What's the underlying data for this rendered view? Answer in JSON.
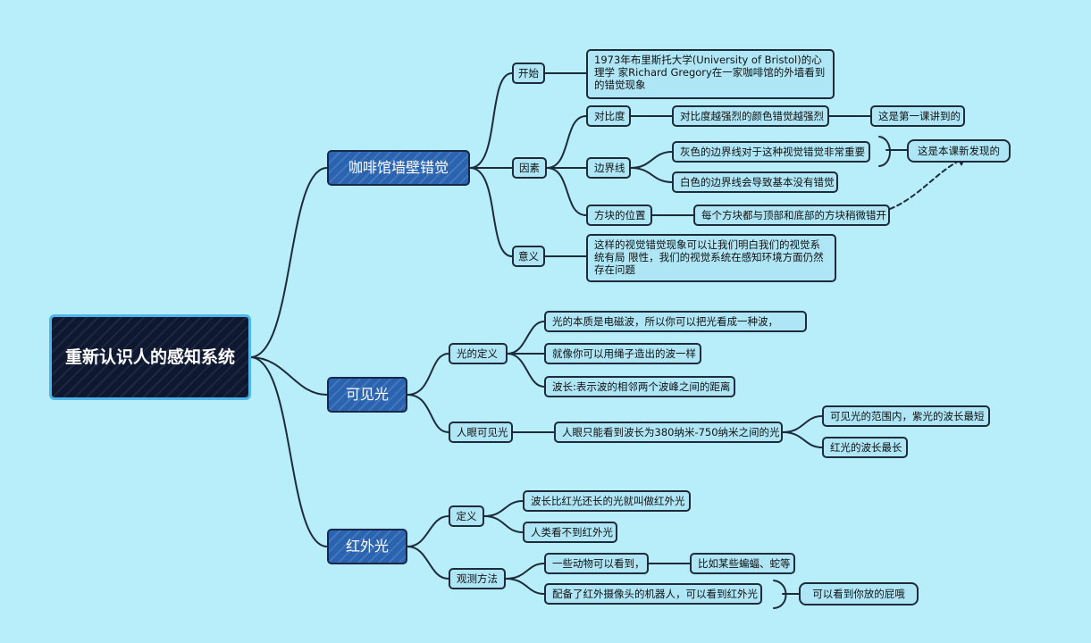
{
  "colors": {
    "background": "#b8eefa",
    "node_fill": "#aee6f6",
    "outline": "#1d2b3a",
    "main_fill": "#2a63b0",
    "root_fill": "#0e1830",
    "root_border": "#4fb6ea"
  },
  "root": "重新认识人的感知系统",
  "b1": {
    "title": "咖啡馆墙壁错觉",
    "start": "开始",
    "start_text": "1973年布里斯托大学(University of Bristol)的心理学 家Richard Gregory在一家咖啡馆的外墙看到的错觉现象",
    "factors": "因素",
    "contrast": "对比度",
    "contrast_text": "对比度越强烈的颜色错觉越强烈",
    "contrast_note": "这是第一课讲到的",
    "border": "边界线",
    "border_gray": "灰色的边界线对于这种视觉错觉非常重要",
    "border_white": "白色的边界线会导致基本没有错觉",
    "new_note": "这是本课新发现的",
    "position": "方块的位置",
    "position_text": "每个方块都与顶部和底部的方块稍微错开",
    "meaning": "意义",
    "meaning_text": "这样的视觉错觉现象可以让我们明白我们的视觉系统有局 限性，我们的视觉系统在感知环境方面仍然存在问题"
  },
  "b2": {
    "title": "可见光",
    "def": "光的定义",
    "def1": "光的本质是电磁波，所以你可以把光看成一种波，",
    "def2": "就像你可以用绳子造出的波一样",
    "def3": "波长:表示波的相邻两个波峰之间的距离",
    "eye": "人眼可见光",
    "eye_text": "人眼只能看到波长为380纳米-750纳米之间的光",
    "violet": "可见光的范围内，紫光的波长最短",
    "red": "红光的波长最长"
  },
  "b3": {
    "title": "红外光",
    "def": "定义",
    "def1": "波长比红光还长的光就叫做红外光",
    "def2": "人类看不到红外光",
    "obs": "观测方法",
    "obs1": "一些动物可以看到，",
    "obs1_ex": "比如某些蝙蝠、蛇等",
    "obs2": "配备了红外摄像头的机器人，可以看到红外光",
    "obs2_note": "可以看到你放的屁哦"
  }
}
